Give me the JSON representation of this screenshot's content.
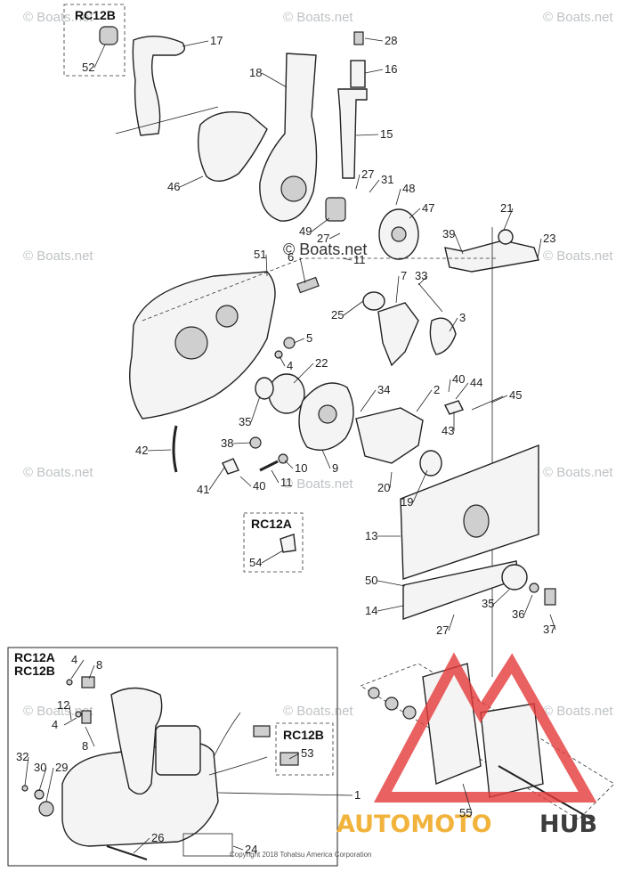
{
  "watermark": "© Boats.net",
  "copyright": "Copyright 2018 Tohatsu America Corporation",
  "groups": [
    "RC12B",
    "RC12A",
    "RC12A",
    "RC12B",
    "RC12B"
  ],
  "part_numbers": [
    "17",
    "52",
    "28",
    "16",
    "18",
    "15",
    "46",
    "27",
    "31",
    "48",
    "47",
    "21",
    "23",
    "39",
    "49",
    "27",
    "11",
    "51",
    "6",
    "33",
    "7",
    "3",
    "25",
    "5",
    "4",
    "22",
    "40",
    "44",
    "34",
    "2",
    "45",
    "43",
    "35",
    "38",
    "9",
    "10",
    "42",
    "41",
    "40",
    "11",
    "19",
    "20",
    "13",
    "54",
    "50",
    "35",
    "36",
    "14",
    "27",
    "37",
    "4",
    "8",
    "12",
    "4",
    "8",
    "53",
    "32",
    "30",
    "29",
    "1",
    "26",
    "24",
    "55"
  ],
  "logo": {
    "left": "AUTOMOTO",
    "right": "HUB",
    "left_color": "#f1b33c",
    "right_color": "#3d3d3d",
    "mark_color": "#e43a3a"
  },
  "colors": {
    "line": "#222222",
    "watermark": "#bfc3c6"
  }
}
